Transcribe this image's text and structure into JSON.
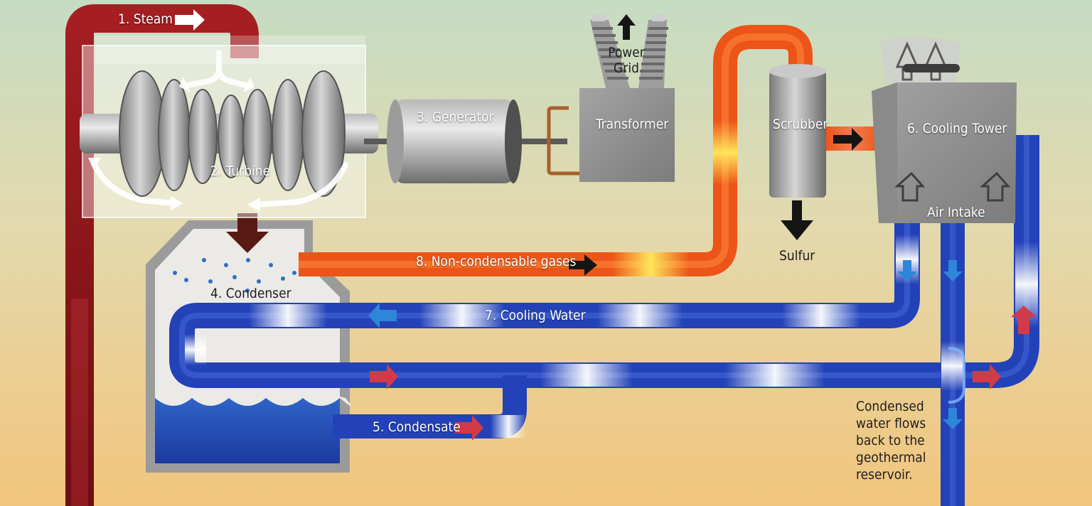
{
  "labels": {
    "steam": "1. Steam",
    "turbine": "2. Turbine",
    "generator": "3. Generator",
    "condenser": "4. Condenser",
    "condensate": "5. Condensate",
    "cooling_tower": "6. Cooling Tower",
    "cooling_water": "7. Cooling Water",
    "non_condensable_gases": "8. Non-condensable gases",
    "transformer": "Transformer",
    "power_grid": "Power Grid",
    "scrubber": "Scrubber",
    "sulfur": "Sulfur",
    "air_intake": "Air Intake",
    "condensed_note": "Condensed water flows back to the geothermal reservoir."
  },
  "colors": {
    "steam": "#8e1218",
    "steam_highlight": "#d23a3a",
    "gas": "#ef5a18",
    "gas_highlight": "#ffd23a",
    "water": "#1e3fb4",
    "water_highlight": "#e6f2ff",
    "arrow_red": "#d23a4a",
    "arrow_blue": "#2e86d8",
    "equipment_gray": "#8f8f8f",
    "background_top": "#c9dcc0",
    "background_bottom": "#f0c680"
  }
}
